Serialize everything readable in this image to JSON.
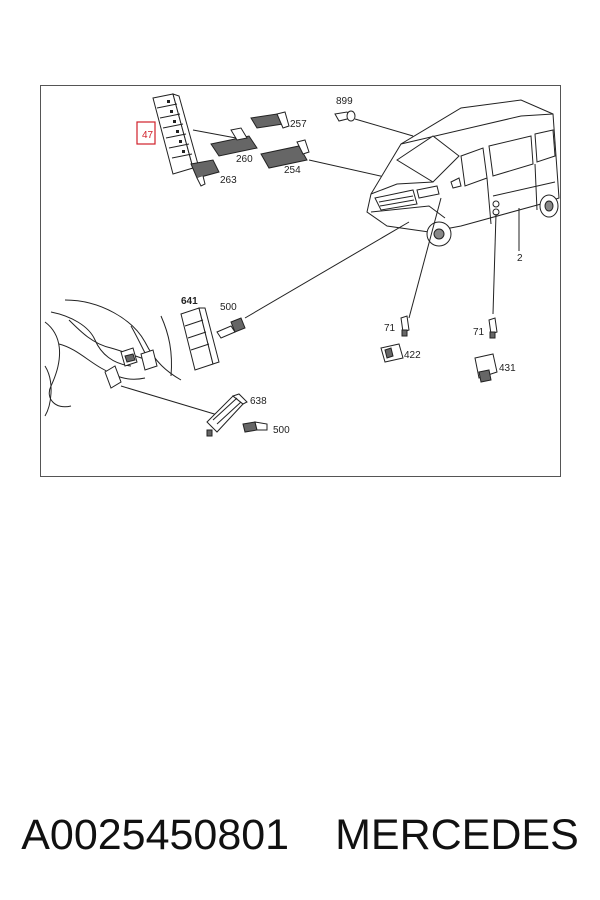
{
  "diagram": {
    "labels": {
      "fusebox": "47",
      "p257": "257",
      "p260": "260",
      "p263": "263",
      "p254": "254",
      "p899": "899",
      "p2": "2",
      "p641": "641",
      "p500a": "500",
      "p638": "638",
      "p500b": "500",
      "p71a": "71",
      "p422": "422",
      "p71b": "71",
      "p431": "431"
    },
    "highlight_color": "#d0202a"
  },
  "caption": {
    "part_number": "A0025450801",
    "brand": "MERCEDES"
  }
}
